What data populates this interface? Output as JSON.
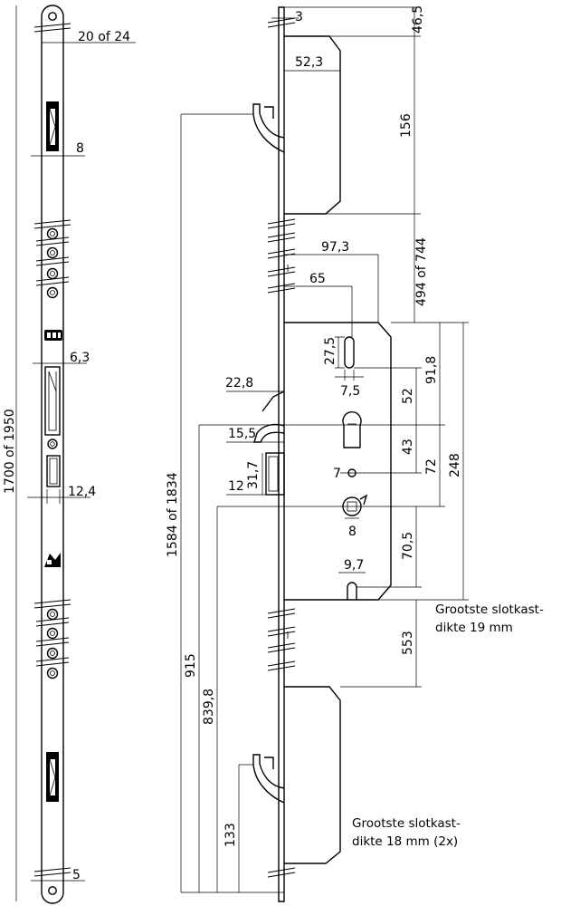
{
  "drawing": {
    "dimensions": {
      "width_20_24": "20 of 24",
      "w8": "8",
      "w6_3": "6,3",
      "w12_4": "12,4",
      "w5": "5",
      "total_1700_1950": "1700 of 1950",
      "d3": "3",
      "d46_5": "46,5",
      "d52_3": "52,3",
      "d156": "156",
      "d97_3": "97,3",
      "d494_744": "494 of 744",
      "d65": "65",
      "d27_5": "27,5",
      "d7_5": "7,5",
      "d91_8": "91,8",
      "d22_8": "22,8",
      "d52": "52",
      "d15_5": "15,5",
      "d43": "43",
      "d31_7": "31,7",
      "d7": "7",
      "d72": "72",
      "d248": "248",
      "d12": "12",
      "d8": "8",
      "d70_5": "70,5",
      "d9_7": "9,7",
      "d553": "553",
      "d1584_1834": "1584 of 1834",
      "d915": "915",
      "d839_8": "839,8",
      "d133": "133"
    },
    "notes": {
      "note_19_line1": "Grootste slotkast-",
      "note_19_line2": "dikte 19 mm",
      "note_18_line1": "Grootste slotkast-",
      "note_18_line2": "dikte 18 mm (2x)"
    }
  }
}
